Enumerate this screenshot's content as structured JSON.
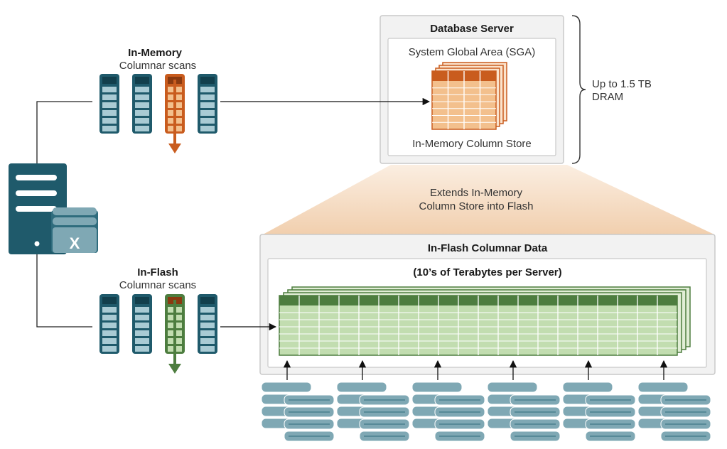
{
  "in_memory": {
    "title": "In-Memory",
    "subtitle": "Columnar scans"
  },
  "in_flash": {
    "title": "In-Flash",
    "subtitle": "Columnar scans"
  },
  "database_server": {
    "title": "Database Server",
    "sga": "System Global Area (SGA)",
    "column_store": "In-Memory Column Store"
  },
  "dram_note": {
    "line1": "Up to 1.5 TB",
    "line2": "DRAM"
  },
  "extends_note": {
    "line1": "Extends In-Memory",
    "line2": "Column Store into Flash"
  },
  "flash_box": {
    "title": "In-Flash Columnar Data",
    "subtitle": "(10’s of Terabytes per Server)"
  },
  "server_icon": {
    "mark": "X"
  },
  "colors": {
    "teal_dark": "#1f5a6b",
    "teal": "#3a8196",
    "teal_light": "#a9cbd4",
    "orange": "#c95c1e",
    "orange_light": "#f3c08d",
    "green": "#4d7d3f",
    "green_light": "#c2ddb0",
    "panel_bg": "#f3f3f3",
    "panel_border": "#cfcfcf",
    "wedge": "#f6e0cb",
    "disk": "#7fa8b4"
  }
}
